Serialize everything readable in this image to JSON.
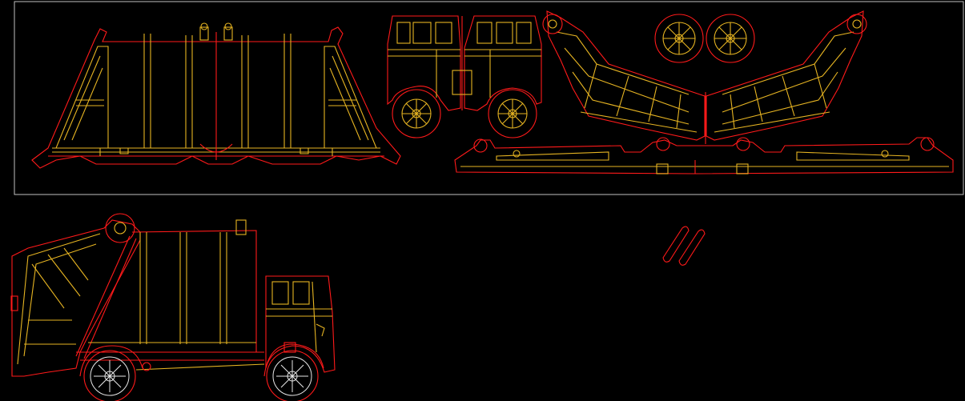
{
  "drawing": {
    "background": "#000000",
    "colors": {
      "outline": "#ff1a1a",
      "detail": "#e6b422",
      "frame": "#e8e8e8"
    },
    "parts": [
      "garbage-truck-body-side",
      "truck-cab-front-rear",
      "wheel-pair",
      "tipper-arms-unfolded",
      "chassis-frame",
      "assembled-garbage-truck",
      "small-handles"
    ]
  }
}
